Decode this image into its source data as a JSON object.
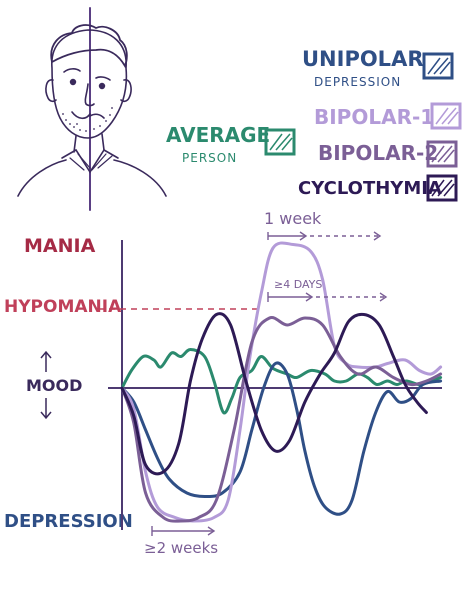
{
  "legend": {
    "average": {
      "line1": "AVERAGE",
      "line2": "PERSON"
    },
    "unipolar": {
      "line1": "UNIPOLAR",
      "line2": "DEPRESSION"
    },
    "bipolar1": "BIPOLAR-1",
    "bipolar2": "BIPOLAR-2",
    "cyclothymia": "CYCLOTHYMIA"
  },
  "colors": {
    "ink": "#3a2a5c",
    "average": "#2b8a6e",
    "unipolar": "#2f4f86",
    "bipolar1": "#b39bd8",
    "bipolar2": "#7b5f96",
    "cyclothymia": "#2d1a55",
    "mania_label": "#a52a45",
    "hypomania_label": "#c0405a"
  },
  "chart_data": {
    "type": "line",
    "y_levels": [
      {
        "label": "MANIA",
        "value": 2
      },
      {
        "label": "HYPOMANIA",
        "value": 1
      },
      {
        "label": "MOOD",
        "value": 0
      },
      {
        "label": "DEPRESSION",
        "value": -2
      }
    ],
    "annotations": {
      "one_week": "1 week",
      "four_days": "≥4 DAYS",
      "two_weeks": "≥2 weeks"
    },
    "series": [
      {
        "key": "average",
        "points": [
          [
            0,
            0
          ],
          [
            8,
            0.25
          ],
          [
            18,
            0.45
          ],
          [
            27,
            0.4
          ],
          [
            33,
            0.3
          ],
          [
            42,
            0.5
          ],
          [
            50,
            0.45
          ],
          [
            58,
            0.55
          ],
          [
            70,
            0.45
          ],
          [
            78,
            0.1
          ],
          [
            86,
            -0.35
          ],
          [
            93,
            -0.15
          ],
          [
            100,
            0.15
          ],
          [
            110,
            0.25
          ],
          [
            118,
            0.45
          ],
          [
            128,
            0.28
          ],
          [
            140,
            0.2
          ],
          [
            148,
            0.15
          ],
          [
            160,
            0.25
          ],
          [
            172,
            0.2
          ],
          [
            180,
            0.1
          ],
          [
            190,
            0.1
          ],
          [
            200,
            0.2
          ],
          [
            208,
            0.15
          ],
          [
            216,
            0.05
          ],
          [
            225,
            0.1
          ],
          [
            233,
            0.05
          ],
          [
            241,
            0.1
          ],
          [
            252,
            0.05
          ],
          [
            262,
            0.1
          ],
          [
            270,
            0.15
          ]
        ]
      },
      {
        "key": "unipolar",
        "points": [
          [
            0,
            0
          ],
          [
            10,
            -0.2
          ],
          [
            20,
            -0.6
          ],
          [
            30,
            -1.0
          ],
          [
            40,
            -1.3
          ],
          [
            55,
            -1.5
          ],
          [
            70,
            -1.55
          ],
          [
            85,
            -1.5
          ],
          [
            100,
            -1.2
          ],
          [
            110,
            -0.6
          ],
          [
            120,
            0.0
          ],
          [
            130,
            0.35
          ],
          [
            140,
            0.2
          ],
          [
            148,
            -0.3
          ],
          [
            155,
            -0.9
          ],
          [
            163,
            -1.4
          ],
          [
            172,
            -1.7
          ],
          [
            185,
            -1.8
          ],
          [
            195,
            -1.6
          ],
          [
            205,
            -0.9
          ],
          [
            215,
            -0.35
          ],
          [
            225,
            -0.05
          ],
          [
            235,
            -0.2
          ],
          [
            245,
            -0.15
          ],
          [
            255,
            0.05
          ],
          [
            270,
            0.1
          ]
        ]
      },
      {
        "key": "bipolar1",
        "points": [
          [
            0,
            0
          ],
          [
            10,
            -0.3
          ],
          [
            20,
            -1.2
          ],
          [
            30,
            -1.7
          ],
          [
            45,
            -1.85
          ],
          [
            60,
            -1.9
          ],
          [
            78,
            -1.85
          ],
          [
            90,
            -1.6
          ],
          [
            100,
            -0.6
          ],
          [
            108,
            0.4
          ],
          [
            118,
            1.35
          ],
          [
            128,
            2.0
          ],
          [
            145,
            2.05
          ],
          [
            160,
            1.95
          ],
          [
            170,
            1.55
          ],
          [
            180,
            0.6
          ],
          [
            190,
            0.35
          ],
          [
            200,
            0.3
          ],
          [
            215,
            0.3
          ],
          [
            225,
            0.35
          ],
          [
            240,
            0.4
          ],
          [
            252,
            0.25
          ],
          [
            262,
            0.2
          ],
          [
            270,
            0.3
          ]
        ]
      },
      {
        "key": "bipolar2",
        "points": [
          [
            0,
            0
          ],
          [
            10,
            -0.5
          ],
          [
            20,
            -1.5
          ],
          [
            35,
            -1.85
          ],
          [
            50,
            -1.9
          ],
          [
            65,
            -1.85
          ],
          [
            80,
            -1.6
          ],
          [
            95,
            -0.6
          ],
          [
            110,
            0.65
          ],
          [
            125,
            1.0
          ],
          [
            140,
            0.9
          ],
          [
            155,
            1.0
          ],
          [
            170,
            0.9
          ],
          [
            185,
            0.45
          ],
          [
            200,
            0.2
          ],
          [
            215,
            0.3
          ],
          [
            230,
            0.15
          ],
          [
            245,
            0.05
          ],
          [
            258,
            0.1
          ],
          [
            270,
            0.2
          ]
        ]
      },
      {
        "key": "cyclothymia",
        "points": [
          [
            0,
            0
          ],
          [
            10,
            -0.4
          ],
          [
            20,
            -1.1
          ],
          [
            35,
            -1.2
          ],
          [
            48,
            -0.8
          ],
          [
            58,
            0.1
          ],
          [
            68,
            0.7
          ],
          [
            80,
            1.05
          ],
          [
            92,
            0.9
          ],
          [
            105,
            0.1
          ],
          [
            118,
            -0.6
          ],
          [
            130,
            -0.9
          ],
          [
            142,
            -0.75
          ],
          [
            155,
            -0.2
          ],
          [
            168,
            0.2
          ],
          [
            180,
            0.5
          ],
          [
            192,
            0.95
          ],
          [
            205,
            1.05
          ],
          [
            218,
            0.9
          ],
          [
            230,
            0.45
          ],
          [
            240,
            0.05
          ],
          [
            250,
            -0.2
          ],
          [
            258,
            -0.35
          ]
        ]
      }
    ]
  }
}
